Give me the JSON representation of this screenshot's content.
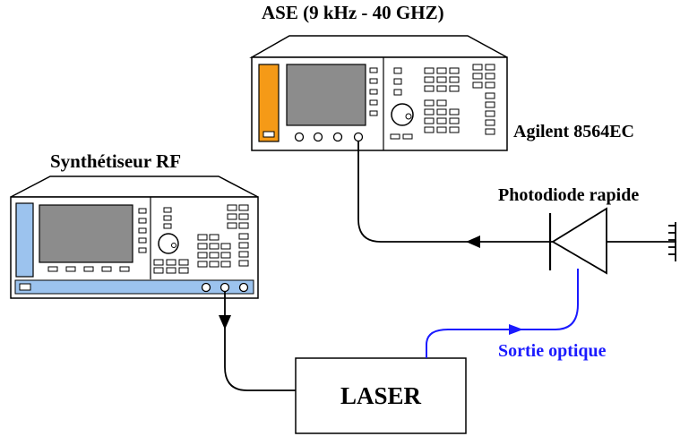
{
  "labels": {
    "ase_title": "ASE (9 kHz - 40 GHZ)",
    "ase_model": "Agilent 8564EC",
    "synth_title": "Synthétiseur RF",
    "photodiode": "Photodiode rapide",
    "optical_output": "Sortie optique",
    "laser": "LASER"
  },
  "colors": {
    "line": "#000000",
    "optical_fiber": "#1a1aff",
    "ase_side_panel": "#f59a17",
    "synth_side_panel": "#9cc3ee",
    "synth_bottom_strip": "#9cc3ee",
    "screen": "#8c8c8c",
    "instrument_body": "#ffffff"
  }
}
